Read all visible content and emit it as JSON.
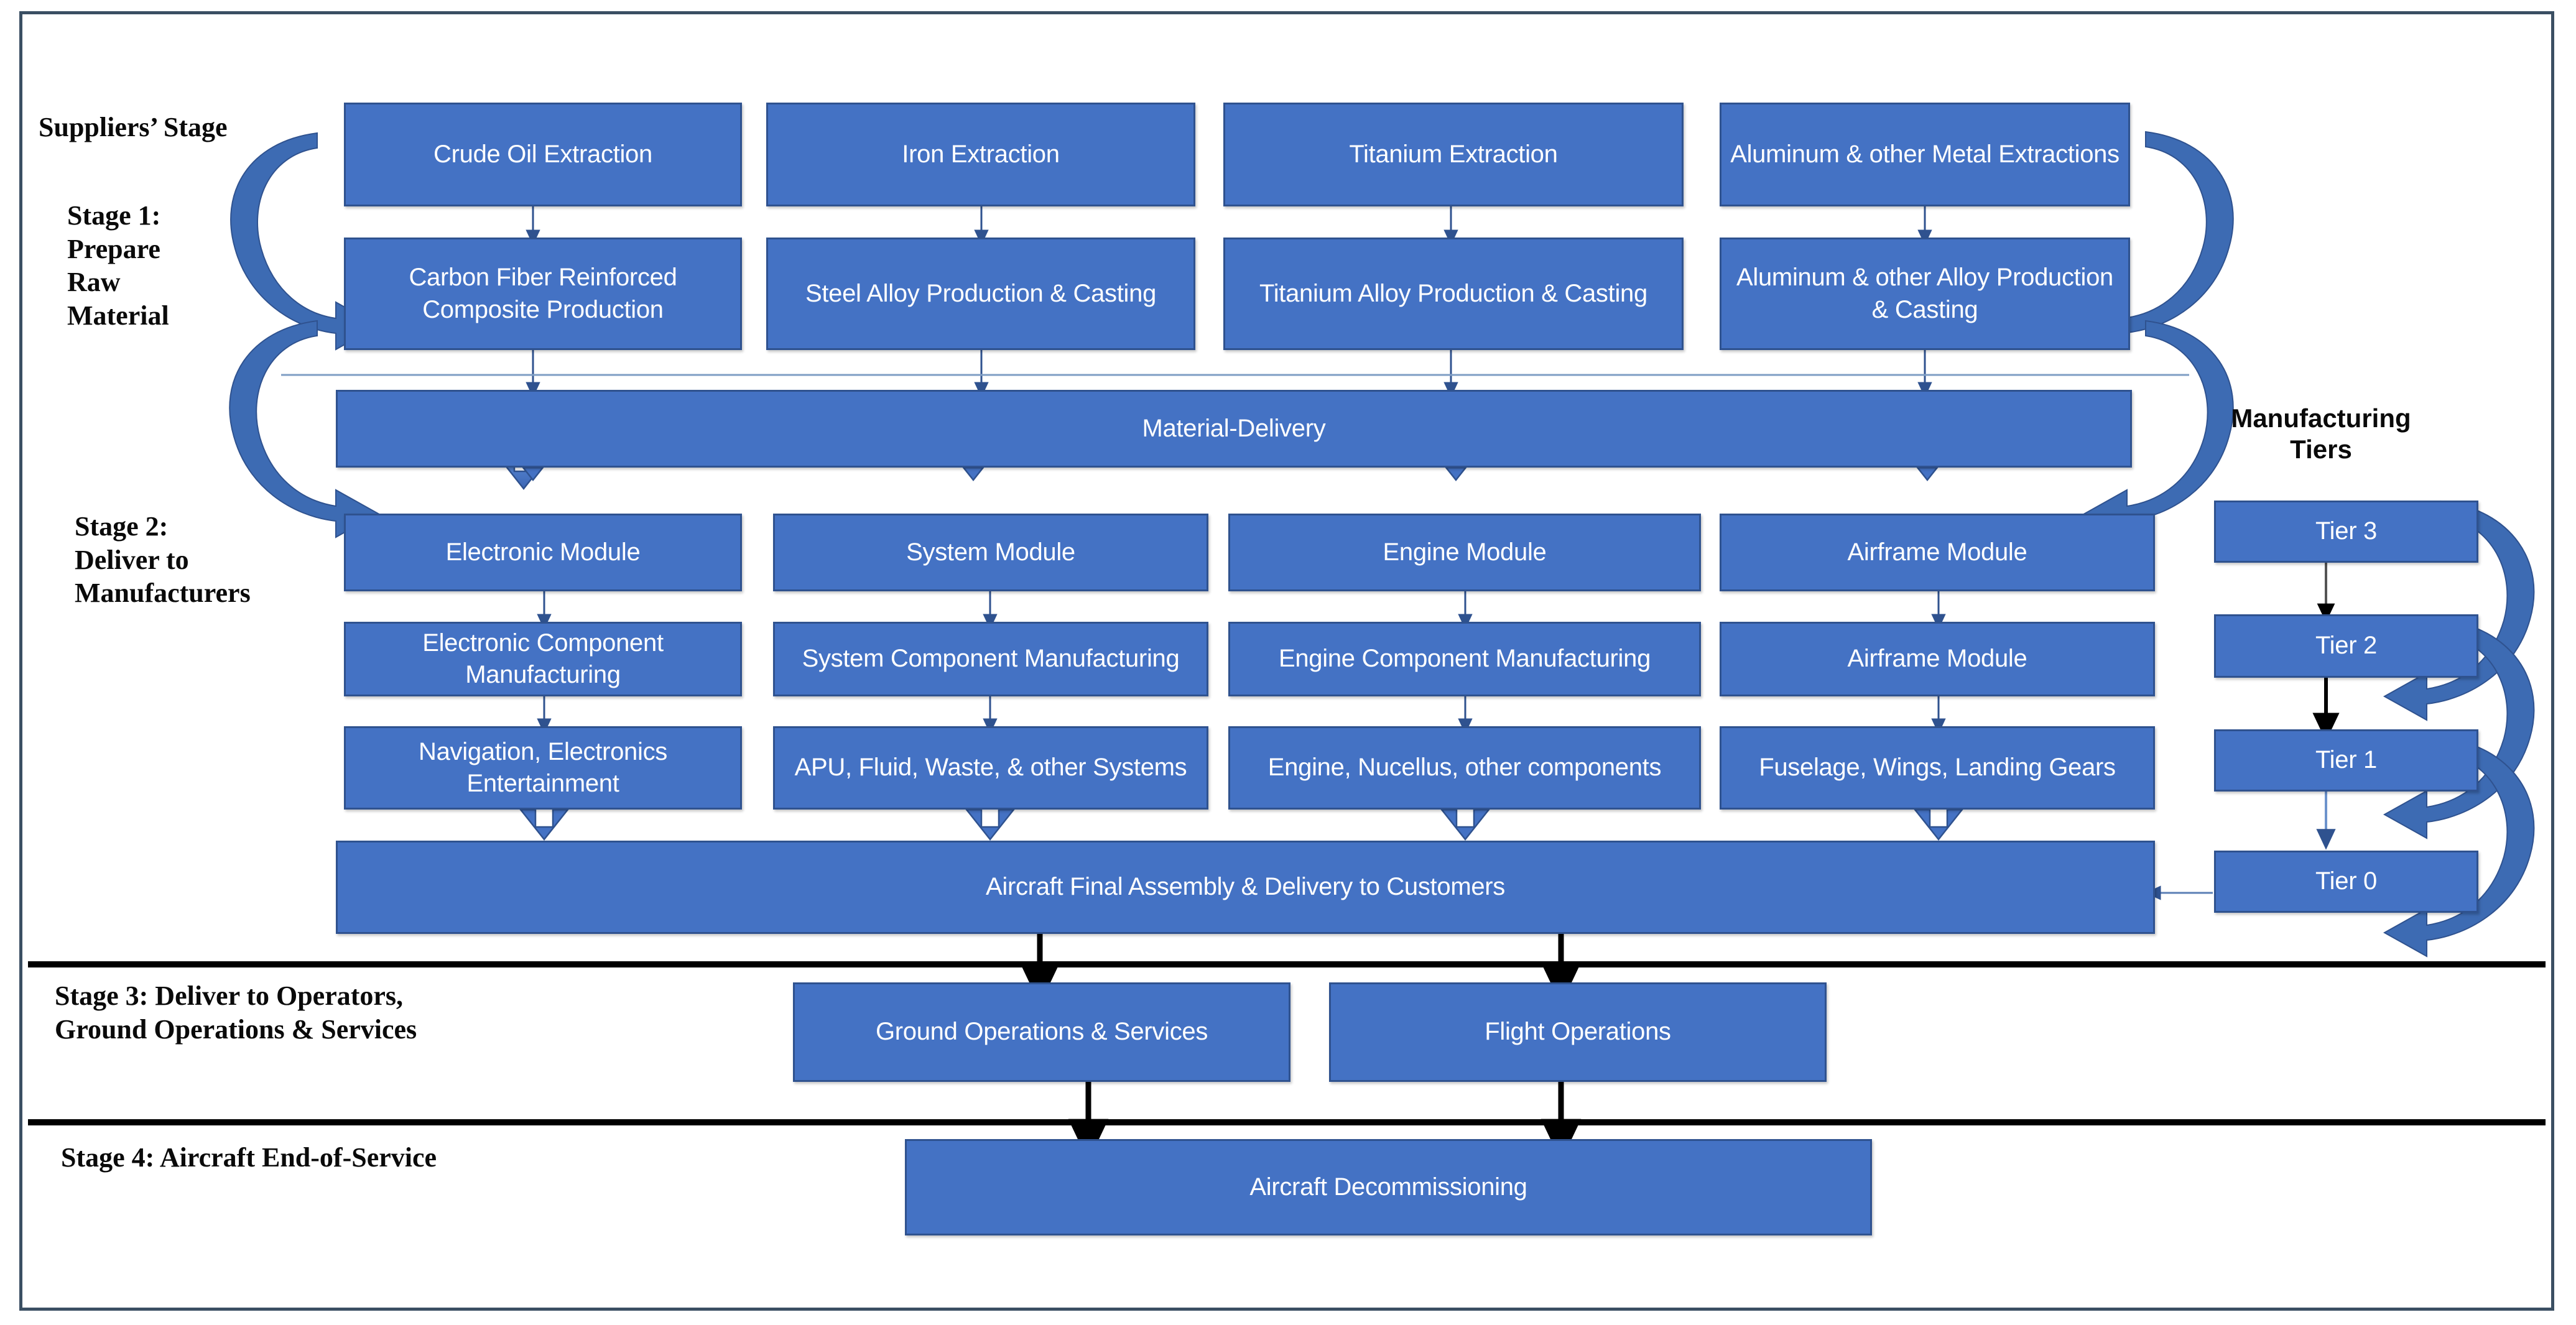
{
  "title": "Aircraft Supply Chain Life-Cycle Stages",
  "colors": {
    "box_fill": "#4472C4",
    "box_border": "#2F528F",
    "box_text": "#FFFFFF",
    "frame_border": "#3B4F63",
    "label_text": "#0A0A0A",
    "divider": "#000000",
    "curved_arrow": "#4472C4"
  },
  "stage_labels": {
    "suppliers": "Suppliers’ Stage",
    "stage1": "Stage 1:\nPrepare\nRaw\nMaterial",
    "stage2": "Stage 2:\nDeliver to\nManufacturers",
    "stage3": "Stage 3: Deliver to Operators,\nGround Operations & Services",
    "stage4": "Stage 4: Aircraft End-of-Service",
    "manufacturing_tiers": "Manufacturing\nTiers"
  },
  "stage1": {
    "extraction_row": [
      "Crude Oil Extraction",
      "Iron Extraction",
      "Titanium Extraction",
      "Aluminum & other Metal Extractions"
    ],
    "production_row": [
      "Carbon Fiber Reinforced Composite Production",
      "Steel Alloy Production & Casting",
      "Titanium Alloy Production & Casting",
      "Aluminum & other Alloy Production & Casting"
    ],
    "material_delivery": "Material-Delivery"
  },
  "stage2": {
    "module_row": [
      "Electronic Module",
      "System Module",
      "Engine Module",
      "Airframe Module"
    ],
    "component_row": [
      "Electronic Component Manufacturing",
      "System Component Manufacturing",
      "Engine Component Manufacturing",
      "Airframe Module"
    ],
    "parts_row": [
      "Navigation, Electronics Entertainment",
      "APU, Fluid, Waste, & other Systems",
      "Engine, Nucellus, other components",
      "Fuselage, Wings, Landing Gears"
    ],
    "final_assembly": "Aircraft Final Assembly & Delivery to Customers"
  },
  "tiers": [
    "Tier 3",
    "Tier 2",
    "Tier 1",
    "Tier 0"
  ],
  "stage3": {
    "boxes": [
      "Ground  Operations &  Services",
      "Flight Operations"
    ]
  },
  "stage4": {
    "box": "Aircraft Decommissioning"
  }
}
